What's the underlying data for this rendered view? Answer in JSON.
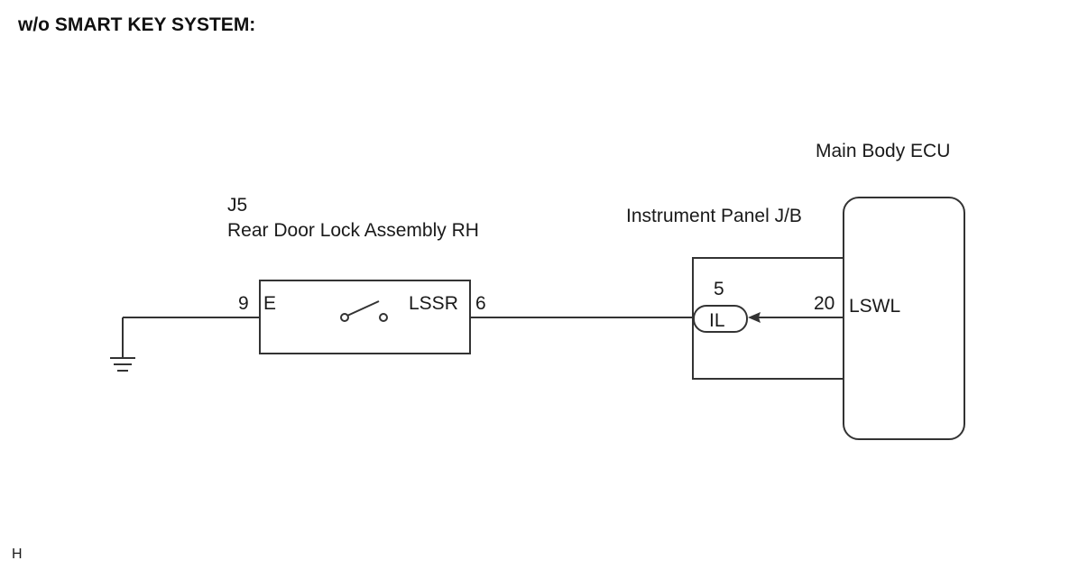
{
  "header": {
    "title": "w/o SMART KEY SYSTEM:"
  },
  "components": {
    "door_lock": {
      "code": "J5",
      "name": "Rear Door Lock Assembly RH",
      "pin_left_num": "9",
      "pin_left_name": "E",
      "pin_right_name": "LSSR",
      "pin_right_num": "6"
    },
    "junction_block": {
      "name": "Instrument Panel J/B",
      "connector_pin": "5",
      "connector_id": "IL"
    },
    "ecu": {
      "name": "Main Body ECU",
      "pin_num": "20",
      "pin_name": "LSWL"
    }
  },
  "footer": {
    "code": "H"
  },
  "colors": {
    "line": "#333333",
    "text": "#1a1a1a",
    "background": "#ffffff"
  }
}
